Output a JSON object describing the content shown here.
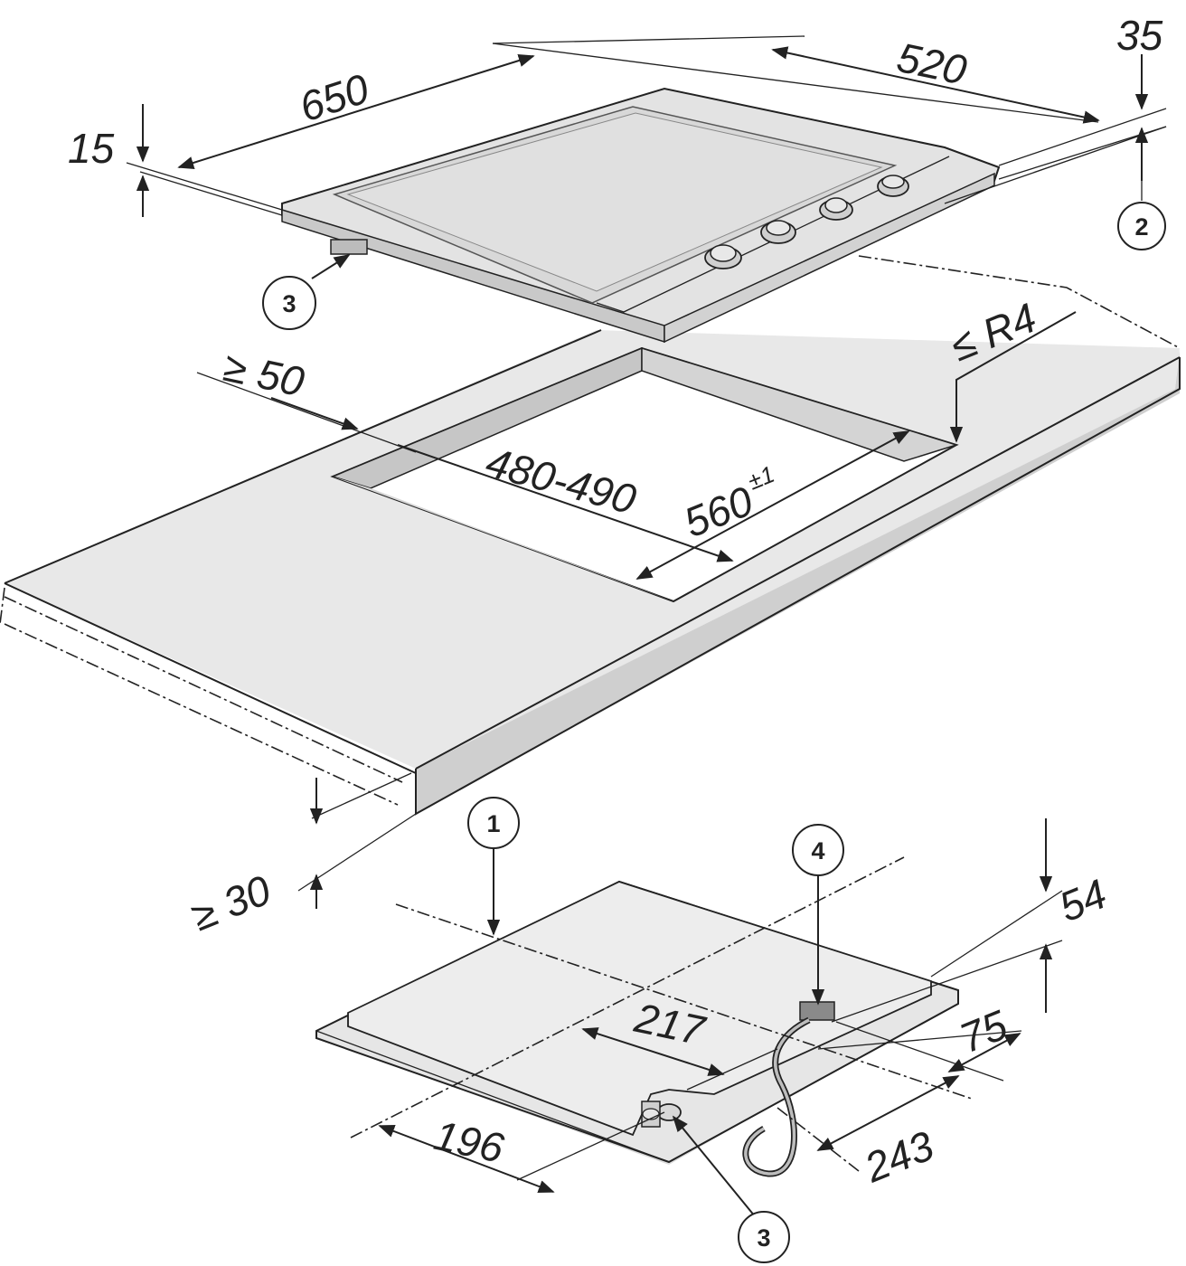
{
  "colors": {
    "line": "#222222",
    "surface": "#e8e8e8",
    "surface_light": "#efefef",
    "edge": "#c9c9c9",
    "glass": "#dedede"
  },
  "dimensions": {
    "width_650": "650",
    "depth_520": "520",
    "height_35": "35",
    "thickness_15": "15",
    "cutout_width": "480-490",
    "cutout_depth_base": "560",
    "cutout_depth_tolerance": "±1",
    "corner_radius": "≤ R4",
    "distance_min": "≥ 50",
    "worktop_min": "≥ 30",
    "conn_54": "54",
    "conn_217": "217",
    "conn_75": "75",
    "conn_196": "196",
    "conn_243": "243"
  },
  "callouts": {
    "c1": "1",
    "c2": "2",
    "c3_top": "3",
    "c3_bottom": "3",
    "c4": "4"
  }
}
